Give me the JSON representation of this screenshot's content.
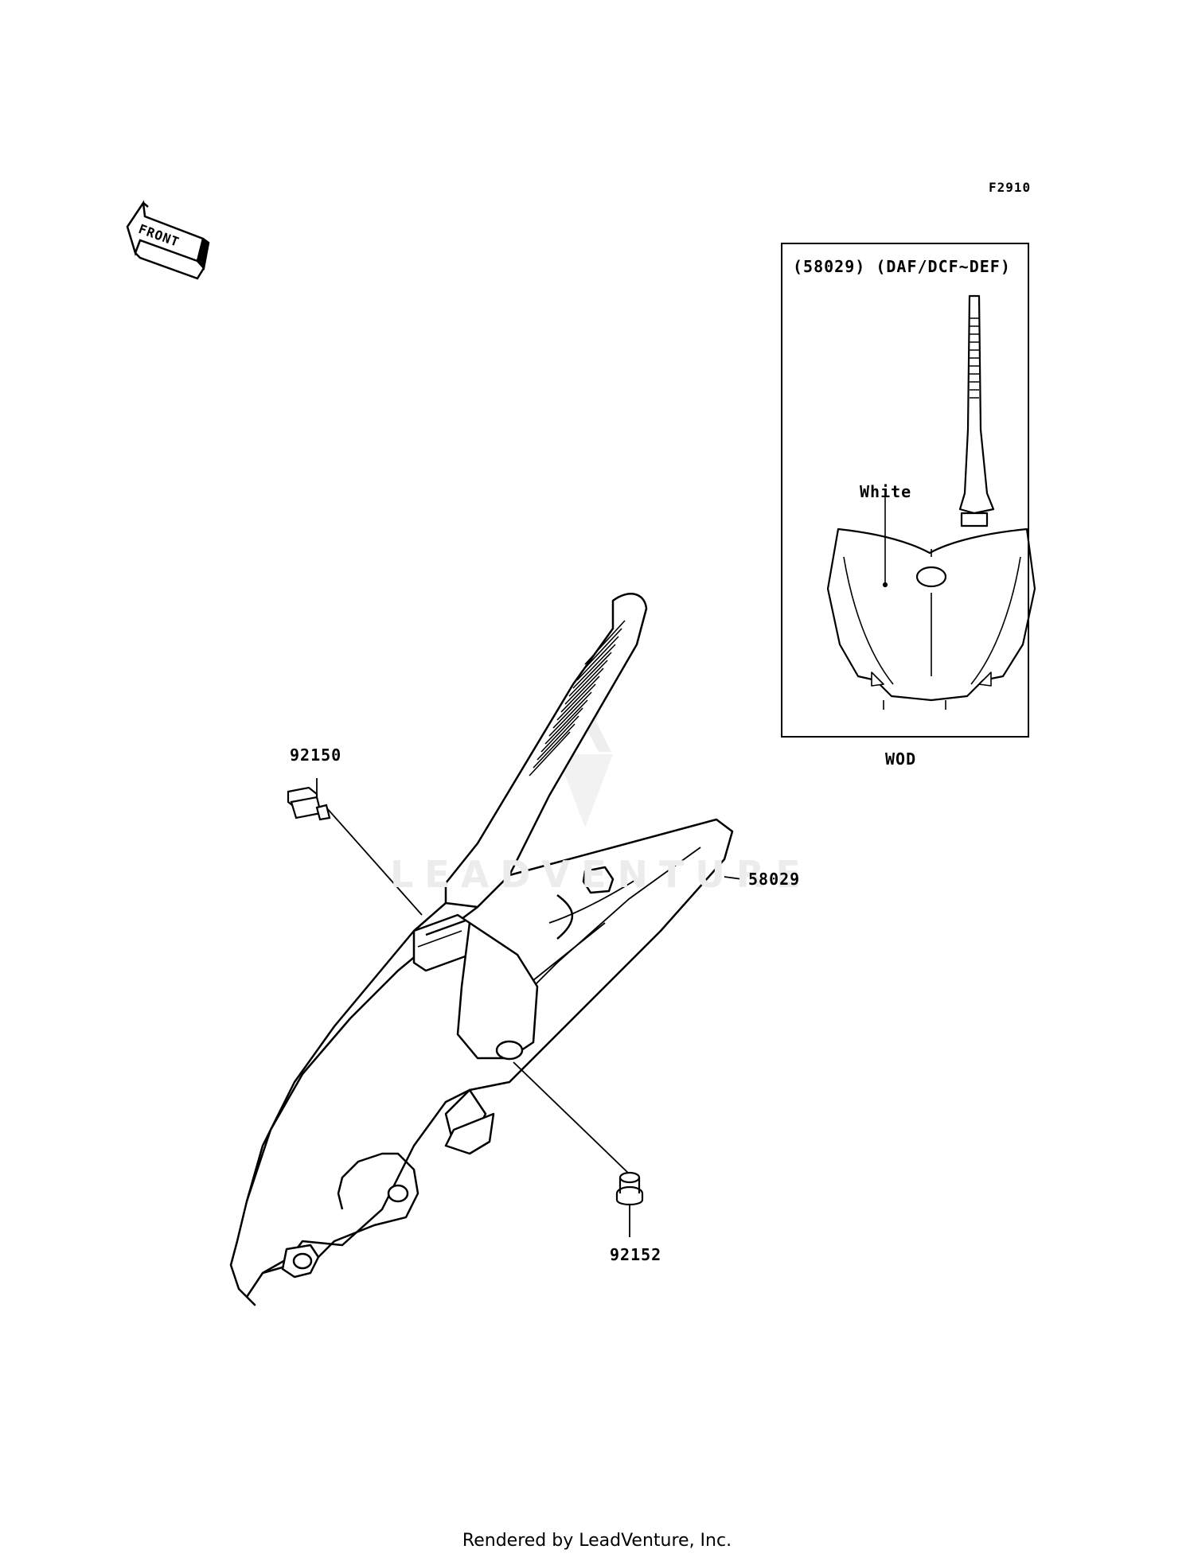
{
  "figure_code": "F2910",
  "front_label": "FRONT",
  "inset": {
    "title": "(58029) (DAF/DCF~DEF)",
    "color_note": "White",
    "caption": "WOD"
  },
  "callouts": {
    "bolt": "92150",
    "cover": "58029",
    "collar": "92152"
  },
  "watermark": "LEADVENTURE",
  "footer": "Rendered by LeadVenture, Inc."
}
